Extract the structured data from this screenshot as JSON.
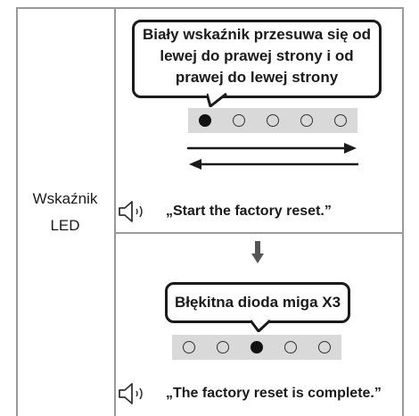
{
  "label": {
    "line1": "Wskaźnik",
    "line2": "LED"
  },
  "step1": {
    "bubble_lines": [
      "Biały wskaźnik przesuwa się od",
      "lewej do prawej strony i od",
      "prawej do lewej strony"
    ],
    "leds": [
      true,
      false,
      false,
      false,
      false
    ],
    "voice": "„Start the factory reset.”"
  },
  "step2": {
    "bubble_text": "Błękitna dioda miga X3",
    "leds": [
      false,
      false,
      true,
      false,
      false
    ],
    "voice": "„The factory reset is complete.”"
  },
  "icons": {
    "speaker": "speaker-icon",
    "arrow_right": "arrow-right-icon",
    "arrow_left": "arrow-left-icon",
    "arrow_down": "arrow-down-icon"
  }
}
